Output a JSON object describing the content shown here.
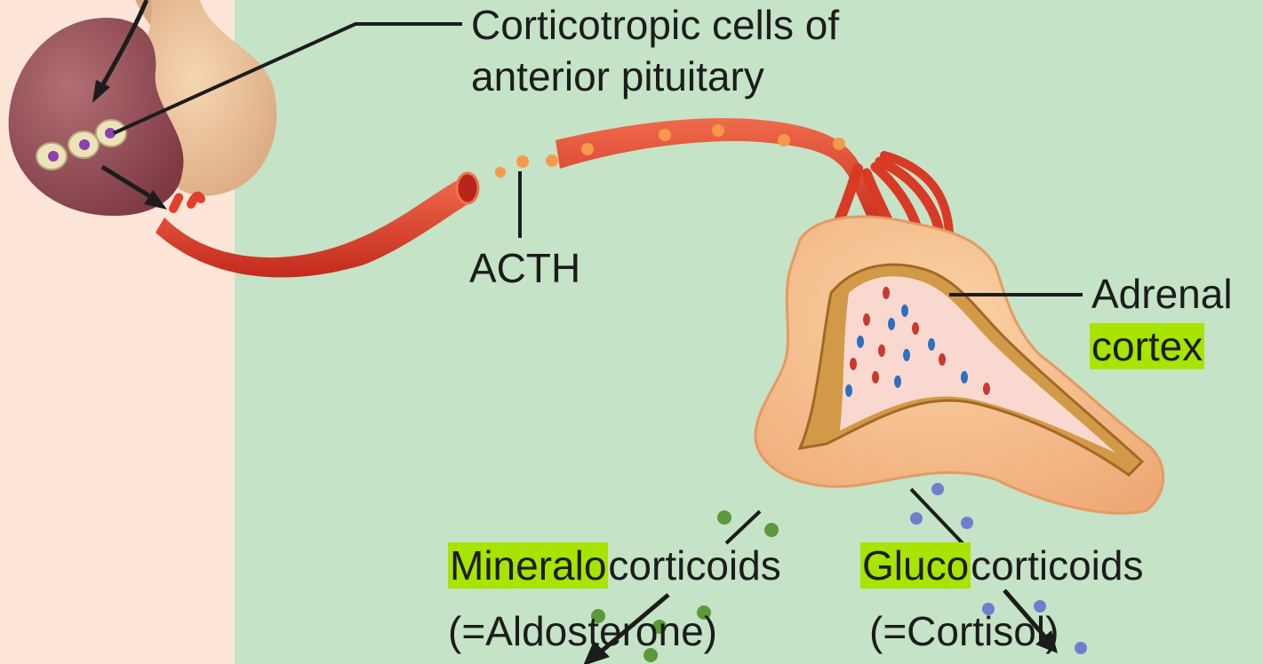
{
  "labels": {
    "corticotropic_line1": "Corticotropic cells of",
    "corticotropic_line2": "anterior pituitary",
    "acth": "ACTH",
    "adrenal_line1": "Adrenal",
    "adrenal_line2": "cortex",
    "mineralo_highlight": "Mineralo",
    "mineralo_rest": "corticoids",
    "aldosterone": "(=Aldosterone)",
    "gluco_highlight": "Gluco",
    "gluco_rest": "corticoids",
    "cortisol": "(=Cortisol)"
  },
  "colors": {
    "left_background": "#fde6d7",
    "main_background": "#c5e3c6",
    "highlight": "#a7e400",
    "vessel": "#e0412c",
    "acth_dot": "#f59a4a",
    "mineralocorticoid_dot": "#5a9a3a",
    "glucocorticoid_dot": "#6e7fd0",
    "text": "#1c1c1c"
  }
}
